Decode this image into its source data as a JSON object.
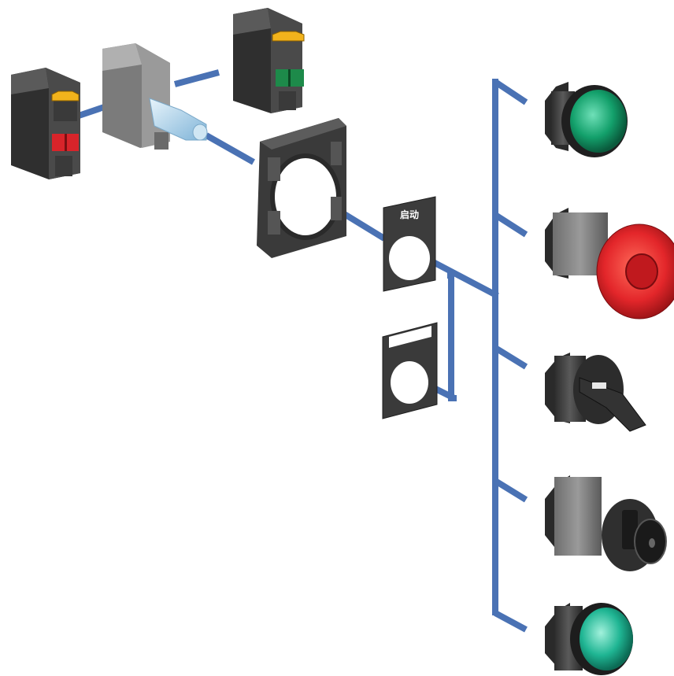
{
  "diagram": {
    "connector_color": "#4a72b4",
    "label_plate": {
      "text": "启动"
    },
    "components": [
      {
        "name": "contact-block-nc",
        "color": "#d8242a"
      },
      {
        "name": "light-block",
        "color": "#9dc8e6"
      },
      {
        "name": "contact-block-no",
        "color": "#1d8a4a"
      },
      {
        "name": "fixing-collar"
      },
      {
        "name": "legend-plate-with-text"
      },
      {
        "name": "legend-holder-blank"
      },
      {
        "name": "head-flush-pushbutton-green",
        "color": "#17a36f"
      },
      {
        "name": "head-mushroom-emergency-red",
        "color": "#e3262a"
      },
      {
        "name": "head-selector-switch"
      },
      {
        "name": "head-key-selector"
      },
      {
        "name": "head-illuminated-pushbutton-green",
        "color": "#1fb593"
      }
    ]
  }
}
